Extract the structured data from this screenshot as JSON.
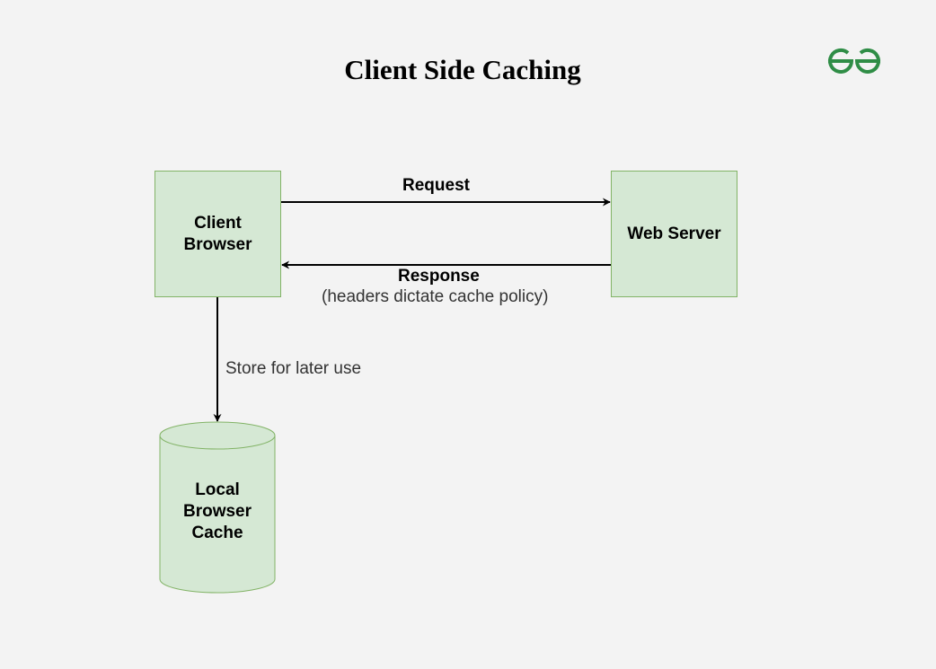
{
  "title": "Client Side Caching",
  "logo": {
    "icon": "gfg-logo-icon",
    "color": "#2f8d46"
  },
  "nodes": {
    "client": "Client\nBrowser",
    "server": "Web Server",
    "cache": "Local\nBrowser\nCache"
  },
  "edges": {
    "request": "Request",
    "response": "Response",
    "response_note": "(headers dictate cache policy)",
    "store": "Store for later use"
  },
  "colors": {
    "fill": "#d5e8d4",
    "stroke": "#82b366",
    "background": "#f3f3f3"
  }
}
